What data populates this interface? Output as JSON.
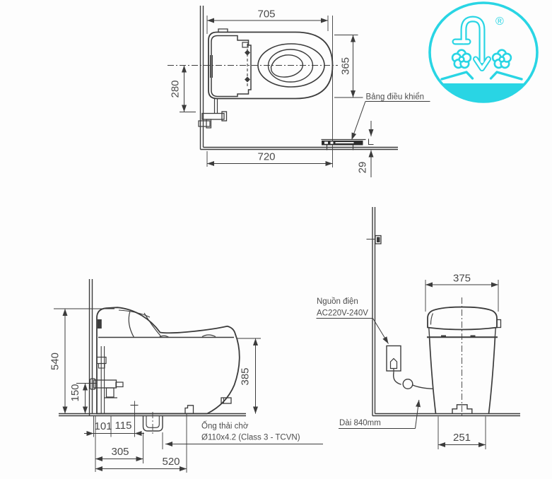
{
  "colors": {
    "line": "#3c3c3c",
    "dim_text": "#4a4a4a",
    "logo_cyan": "#29d5e4",
    "panel_fill": "#2e2e2e"
  },
  "views": {
    "top_view": {
      "dims": {
        "length": "705",
        "seat_width": "365",
        "inlet_offset": "280",
        "overall_depth": "720",
        "panel_gap": "29"
      },
      "control_panel_label": "Bảng điều khiển"
    },
    "side_view": {
      "dims": {
        "total_height": "540",
        "inlet_height": "150",
        "rim_height": "385",
        "offset_1": "101",
        "offset_2": "115",
        "drain_offset": "305",
        "overall_depth": "520"
      },
      "waste_pipe_label_line1": "Ống thải chờ",
      "waste_pipe_label_line2": "Ø110x4.2 (Class 3 - TCVN)"
    },
    "front_view": {
      "dims": {
        "tank_width": "375",
        "base_width": "251"
      },
      "power_label_line1": "Nguồn điện",
      "power_label_line2": "AC220V-240V",
      "cord_label": "Dài 840mm"
    }
  },
  "logo": {
    "registered_mark": "®"
  }
}
